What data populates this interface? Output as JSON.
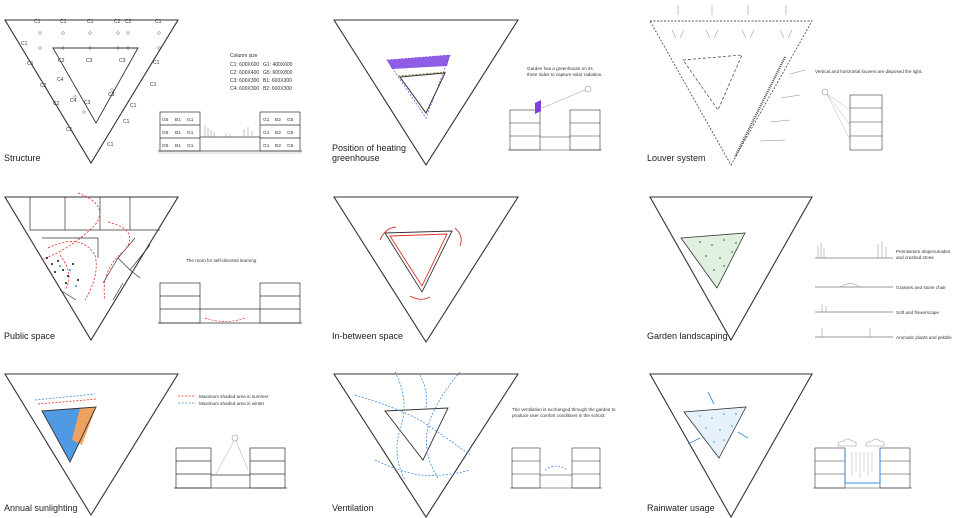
{
  "panels": [
    {
      "id": "structure",
      "title": "Structure"
    },
    {
      "id": "heating",
      "title_lines": [
        "Position of heating",
        "greenhouse"
      ]
    },
    {
      "id": "louver",
      "title": "Louver system"
    },
    {
      "id": "public",
      "title": "Public space"
    },
    {
      "id": "inbetween",
      "title": "In-between space"
    },
    {
      "id": "garden",
      "title": "Garden landscaping"
    },
    {
      "id": "sunlight",
      "title": "Annual sunlighting"
    },
    {
      "id": "ventilation",
      "title": "Ventilation"
    },
    {
      "id": "rainwater",
      "title": "Rainwater usage"
    }
  ],
  "structure": {
    "column_size_title": "Column size",
    "column_sizes": [
      [
        "C1: 600X600",
        "G1: 400X600"
      ],
      [
        "C2: 600X400",
        "G5: 600X800"
      ],
      [
        "C3: 600X300",
        "B1: 600X300"
      ],
      [
        "C4: 600X300",
        "B2: 600X300"
      ]
    ],
    "top_labels": [
      "C1",
      "C1",
      "C1",
      "C2",
      "C2",
      "C1"
    ],
    "left_labels": [
      "C1",
      "C1",
      "C4",
      "C2",
      "C4",
      "C2",
      "C1"
    ],
    "inner_labels": [
      "C3",
      "C3",
      "C3",
      "C3",
      "C3"
    ],
    "right_labels": [
      "C1",
      "C1",
      "C1",
      "C1",
      "C1"
    ],
    "section_left": [
      [
        "G5",
        "B1",
        "G1"
      ],
      [
        "G5",
        "B1",
        "G1"
      ],
      [
        "G5",
        "B1",
        "G1"
      ]
    ],
    "section_right": [
      [
        "G1",
        "B2",
        "G5"
      ],
      [
        "G1",
        "B2",
        "G5"
      ],
      [
        "G1",
        "B2",
        "G5"
      ]
    ]
  },
  "notes": {
    "heating": [
      "Garden has a greenhouse on its",
      "three sides to capture solar radiation."
    ],
    "louver": "Vertical and horizontal louvers are disposed the light.",
    "public": "The room for self-directed learning.",
    "garden": [
      "Pennisetum alopecuroides",
      "and crushed stone",
      "Grasses and stone chair",
      "Soft and flowerscape",
      "Aromatic plants and pebble"
    ],
    "sunlight": [
      "Maximum shaded area in summer",
      "Maximum shaded area in winter"
    ],
    "ventilation": [
      "The ventilation is exchanged through the garden to",
      "produce user comfort conditions in the school."
    ]
  },
  "colors": {
    "line": "#333333",
    "greenhouse": "#7b3fe0",
    "olive": "#8a7a2a",
    "red": "#e0322a",
    "blue": "#3d8fe0",
    "orange": "#f5a25a",
    "green": "#4aa860",
    "gray": "#999999"
  }
}
